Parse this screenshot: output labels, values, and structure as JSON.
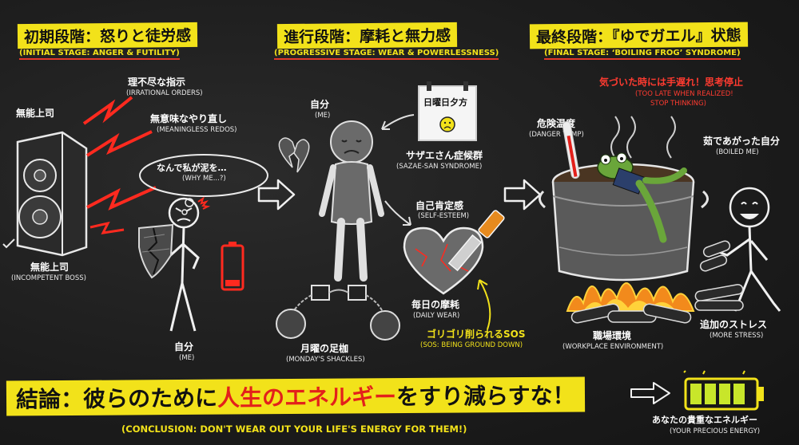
{
  "stages": [
    {
      "title": "初期段階：怒りと徒労感",
      "subtitle": "(INITIAL STAGE: ANGER & FUTILITY)"
    },
    {
      "title": "進行段階：摩耗と無力感",
      "subtitle": "(PROGRESSIVE STAGE: WEAR & POWERLESSNESS)"
    },
    {
      "title": "最終段階：『ゆでガエル』状態",
      "subtitle": "(FINAL STAGE: ‘BOILING FROG’ SYNDROME)"
    }
  ],
  "stage1": {
    "boss_top": "無能上司",
    "irrational_jp": "理不尽な指示",
    "irrational_en": "(IRRATIONAL ORDERS)",
    "redos_jp": "無意味なやり直し",
    "redos_en": "(MEANINGLESS REDOS)",
    "thought_jp": "なんで私が泥を…",
    "thought_en": "(WHY ME...?)",
    "boss_jp": "無能上司",
    "boss_en": "(INCOMPETENT BOSS)",
    "me_jp": "自分",
    "me_en": "(ME)"
  },
  "stage2": {
    "me_jp": "自分",
    "me_en": "(ME)",
    "calendar_text": "日曜日夕方",
    "sazae_jp": "サザエさん症候群",
    "sazae_en": "(SAZAE-SAN SYNDROME)",
    "esteem_jp": "自己肯定感",
    "esteem_en": "(SELF-ESTEEM)",
    "shackles_jp": "月曜の足枷",
    "shackles_en": "(MONDAY'S SHACKLES)",
    "wear_jp": "毎日の摩耗",
    "wear_en": "(DAILY WEAR)",
    "sos_jp": "ゴリゴリ削られるSOS",
    "sos_en": "(SOS: BEING GROUND DOWN)"
  },
  "stage3": {
    "too_late_jp": "気づいた時には手遅れ！思考停止",
    "too_late_en1": "(TOO LATE WHEN REALIZED!",
    "too_late_en2": "STOP THINKING)",
    "danger_jp": "危険温度",
    "danger_en": "(DANGER TEMP)",
    "boiled_jp": "茹であがった自分",
    "boiled_en": "(BOILED ME)",
    "workplace_jp": "職場環境",
    "workplace_en": "(WORKPLACE ENVIRONMENT)",
    "stress_jp": "追加のストレス",
    "stress_en": "(MORE STRESS)"
  },
  "conclusion": {
    "label": "結論",
    "colon": "：",
    "part1": "彼らのために",
    "part2": "人生のエネルギー",
    "part3": "をすり減らすな！",
    "en": "(CONCLUSION: DON'T WEAR OUT YOUR LIFE'S ENERGY FOR THEM!)",
    "energy_jp": "あなたの貴重なエネルギー",
    "energy_en": "(YOUR PRECIOUS ENERGY)"
  },
  "colors": {
    "highlight": "#f2e21a",
    "alert_red": "#e3201b",
    "chalk_white": "#f2f2f2",
    "energy_green": "#c8e62a"
  },
  "battery_levels": {
    "me_battery": 0.15,
    "precious_energy": 1.0
  }
}
